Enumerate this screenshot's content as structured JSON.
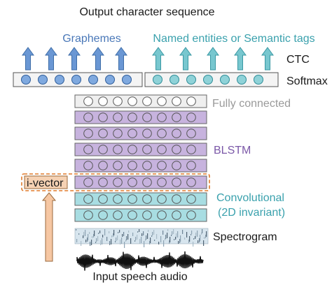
{
  "title": "Output character sequence",
  "outputs": {
    "graphemes": "Graphemes",
    "named_entities": "Named entities or Semantic tags"
  },
  "layers": {
    "ctc": "CTC",
    "softmax": "Softmax",
    "fully_connected": "Fully connected",
    "blstm": "BLSTM",
    "convolutional": "Convolutional",
    "convolutional_sub": "(2D invariant)",
    "spectrogram": "Spectrogram",
    "ivector": "i-vector"
  },
  "input_label": "Input speech audio",
  "colors": {
    "grapheme_blue": "#4a78b8",
    "teal": "#3aa1ad",
    "purple": "#7b58a8",
    "gray": "#9a9a9a",
    "ivector_orange": "#e07a2a"
  }
}
